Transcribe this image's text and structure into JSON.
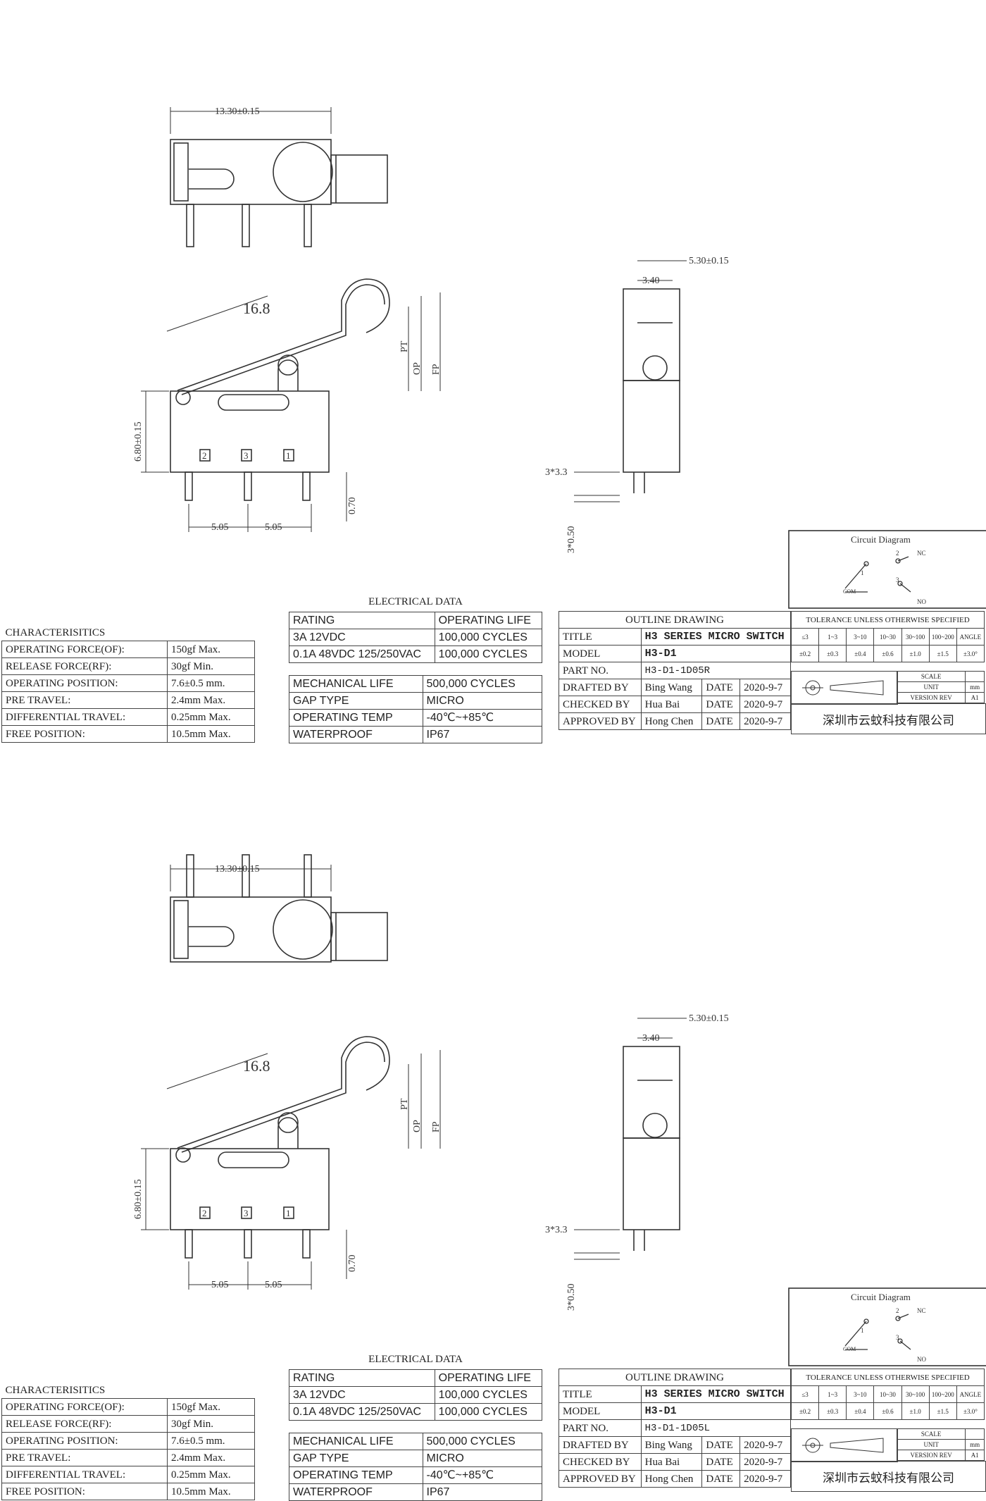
{
  "sheets": [
    {
      "variant": "R",
      "dims": {
        "width_top": "13.30±0.15",
        "lever": "16.8",
        "height": "6.80±0.15",
        "pitch_left": "5.05",
        "pitch_right": "5.05",
        "pin_offset": "0.70",
        "pt": "PT",
        "op": "OP",
        "fp": "FP",
        "side_width": "5.30±0.15",
        "side_inner": "3.40",
        "pin_size": "3*3.3",
        "pin_thick": "3*0.50",
        "pin_label_1": "2",
        "pin_label_2": "3",
        "pin_label_3": "1"
      },
      "characteristics": {
        "title": "CHARACTERISITICS",
        "rows": [
          {
            "label": "OPERATING FORCE(OF):",
            "value": "150gf Max."
          },
          {
            "label": "RELEASE FORCE(RF):",
            "value": "30gf Min."
          },
          {
            "label": "OPERATING POSITION:",
            "value": "7.6±0.5 mm."
          },
          {
            "label": "PRE TRAVEL:",
            "value": "2.4mm Max."
          },
          {
            "label": "DIFFERENTIAL TRAVEL:",
            "value": "0.25mm Max."
          },
          {
            "label": "FREE POSITION:",
            "value": "10.5mm Max."
          }
        ]
      },
      "electrical": {
        "title": "ELECTRICAL DATA",
        "head": [
          "RATING",
          "OPERATING LIFE"
        ],
        "rows": [
          [
            "3A 12VDC",
            "100,000 CYCLES"
          ],
          [
            "0.1A 48VDC 125/250VAC",
            "100,000 CYCLES"
          ]
        ],
        "rows2": [
          [
            "MECHANICAL LIFE",
            "500,000 CYCLES"
          ],
          [
            "GAP TYPE",
            "MICRO"
          ],
          [
            "OPERATING TEMP",
            "-40℃~+85℃"
          ],
          [
            "WATERPROOF",
            "IP67"
          ]
        ]
      },
      "title_block": {
        "outline": "OUTLINE DRAWING",
        "title_label": "TITLE",
        "title_value": "H3 SERIES MICRO SWITCH",
        "model_label": "MODEL",
        "model_value": "H3-D1",
        "part_label": "PART NO.",
        "part_value": "H3-D1-1D05R",
        "drafted_label": "DRAFTED BY",
        "drafted_value": "Bing Wang",
        "checked_label": "CHECKED BY",
        "checked_value": "Hua Bai",
        "approved_label": "APPROVED BY",
        "approved_value": "Hong Chen",
        "date_label": "DATE",
        "date_value": "2020-9-7",
        "tolerance_title": "TOLERANCE UNLESS OTHERWISE SPECIFIED",
        "ranges": [
          "≤3",
          "1~3",
          "3~10",
          "10~30",
          "30~100",
          "100~200",
          "ANGLE"
        ],
        "tols": [
          "±0.2",
          "±0.3",
          "±0.4",
          "±0.6",
          "±1.0",
          "±1.5",
          "±3.0°"
        ],
        "scale": "SCALE",
        "unit": "UNIT",
        "unit_value": "mm",
        "version": "VERSION REV",
        "version_value": "A1",
        "company": "深圳市云蚊科技有限公司"
      },
      "circuit": {
        "title": "Circuit Diagram",
        "nc": "NC",
        "no": "NO",
        "com": "COM",
        "n1": "1",
        "n2": "2",
        "n3": "3"
      }
    },
    {
      "variant": "L",
      "dims": {
        "width_top": "13.30±0.15",
        "lever": "16.8",
        "height": "6.80±0.15",
        "pitch_left": "5.05",
        "pitch_right": "5.05",
        "pin_offset": "0.70",
        "pt": "PT",
        "op": "OP",
        "fp": "FP",
        "side_width": "5.30±0.15",
        "side_inner": "3.40",
        "pin_size": "3*3.3",
        "pin_thick": "3*0.50",
        "pin_label_1": "2",
        "pin_label_2": "3",
        "pin_label_3": "1"
      },
      "characteristics": {
        "title": "CHARACTERISITICS",
        "rows": [
          {
            "label": "OPERATING FORCE(OF):",
            "value": "150gf Max."
          },
          {
            "label": "RELEASE FORCE(RF):",
            "value": "30gf Min."
          },
          {
            "label": "OPERATING POSITION:",
            "value": "7.6±0.5 mm."
          },
          {
            "label": "PRE TRAVEL:",
            "value": "2.4mm Max."
          },
          {
            "label": "DIFFERENTIAL TRAVEL:",
            "value": "0.25mm Max."
          },
          {
            "label": "FREE POSITION:",
            "value": "10.5mm Max."
          }
        ]
      },
      "electrical": {
        "title": "ELECTRICAL DATA",
        "head": [
          "RATING",
          "OPERATING LIFE"
        ],
        "rows": [
          [
            "3A 12VDC",
            "100,000 CYCLES"
          ],
          [
            "0.1A 48VDC 125/250VAC",
            "100,000 CYCLES"
          ]
        ],
        "rows2": [
          [
            "MECHANICAL LIFE",
            "500,000 CYCLES"
          ],
          [
            "GAP TYPE",
            "MICRO"
          ],
          [
            "OPERATING TEMP",
            "-40℃~+85℃"
          ],
          [
            "WATERPROOF",
            "IP67"
          ]
        ]
      },
      "title_block": {
        "outline": "OUTLINE DRAWING",
        "title_label": "TITLE",
        "title_value": "H3 SERIES MICRO SWITCH",
        "model_label": "MODEL",
        "model_value": "H3-D1",
        "part_label": "PART NO.",
        "part_value": "H3-D1-1D05L",
        "drafted_label": "DRAFTED BY",
        "drafted_value": "Bing Wang",
        "checked_label": "CHECKED BY",
        "checked_value": "Hua Bai",
        "approved_label": "APPROVED BY",
        "approved_value": "Hong Chen",
        "date_label": "DATE",
        "date_value": "2020-9-7",
        "tolerance_title": "TOLERANCE UNLESS OTHERWISE SPECIFIED",
        "ranges": [
          "≤3",
          "1~3",
          "3~10",
          "10~30",
          "30~100",
          "100~200",
          "ANGLE"
        ],
        "tols": [
          "±0.2",
          "±0.3",
          "±0.4",
          "±0.6",
          "±1.0",
          "±1.5",
          "±3.0°"
        ],
        "scale": "SCALE",
        "unit": "UNIT",
        "unit_value": "mm",
        "version": "VERSION REV",
        "version_value": "A1",
        "company": "深圳市云蚊科技有限公司"
      },
      "circuit": {
        "title": "Circuit Diagram",
        "nc": "NC",
        "no": "NO",
        "com": "COM",
        "n1": "1",
        "n2": "2",
        "n3": "3"
      }
    }
  ]
}
